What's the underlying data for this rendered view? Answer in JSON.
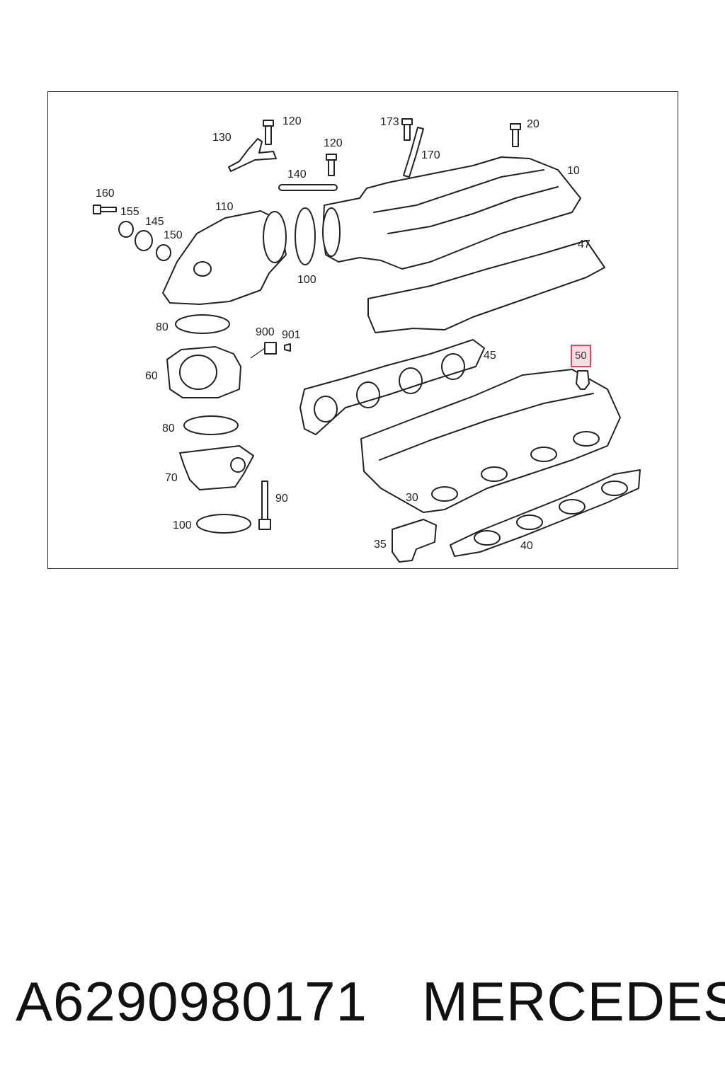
{
  "diagram": {
    "callouts": [
      {
        "id": "c10",
        "text": "10"
      },
      {
        "id": "c20",
        "text": "20"
      },
      {
        "id": "c30",
        "text": "30"
      },
      {
        "id": "c35",
        "text": "35"
      },
      {
        "id": "c40",
        "text": "40"
      },
      {
        "id": "c45",
        "text": "45"
      },
      {
        "id": "c47",
        "text": "47"
      },
      {
        "id": "c50",
        "text": "50"
      },
      {
        "id": "c60",
        "text": "60"
      },
      {
        "id": "c70",
        "text": "70"
      },
      {
        "id": "c80a",
        "text": "80"
      },
      {
        "id": "c80b",
        "text": "80"
      },
      {
        "id": "c90",
        "text": "90"
      },
      {
        "id": "c100a",
        "text": "100"
      },
      {
        "id": "c100b",
        "text": "100"
      },
      {
        "id": "c110",
        "text": "110"
      },
      {
        "id": "c120a",
        "text": "120"
      },
      {
        "id": "c120b",
        "text": "120"
      },
      {
        "id": "c130",
        "text": "130"
      },
      {
        "id": "c140",
        "text": "140"
      },
      {
        "id": "c145",
        "text": "145"
      },
      {
        "id": "c150",
        "text": "150"
      },
      {
        "id": "c155",
        "text": "155"
      },
      {
        "id": "c160",
        "text": "160"
      },
      {
        "id": "c170",
        "text": "170"
      },
      {
        "id": "c173",
        "text": "173"
      },
      {
        "id": "c900",
        "text": "900"
      },
      {
        "id": "c901",
        "text": "901"
      }
    ],
    "highlighted_callout": "50",
    "highlight_color": "#e0455e"
  },
  "caption": {
    "part_number": "A6290980171",
    "brand": "MERCEDES"
  }
}
